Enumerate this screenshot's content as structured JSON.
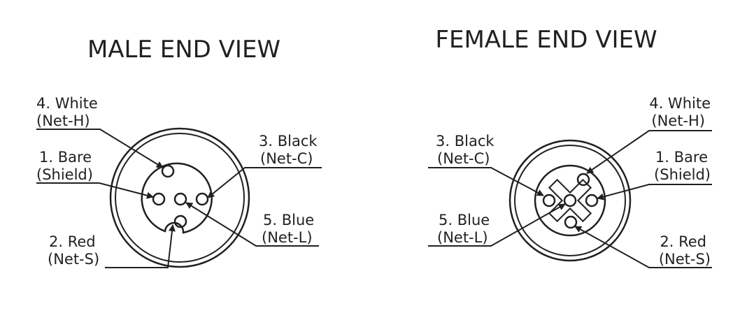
{
  "male": {
    "title": "MALE END VIEW",
    "pins": {
      "white": {
        "number": "4. White",
        "signal": "(Net-H)"
      },
      "bare": {
        "number": "1. Bare",
        "signal": "(Shield)"
      },
      "red": {
        "number": "2. Red",
        "signal": "(Net-S)"
      },
      "black": {
        "number": "3. Black",
        "signal": "(Net-C)"
      },
      "blue": {
        "number": "5. Blue",
        "signal": "(Net-L)"
      }
    }
  },
  "female": {
    "title": "FEMALE END VIEW",
    "pins": {
      "white": {
        "number": "4. White",
        "signal": "(Net-H)"
      },
      "bare": {
        "number": "1. Bare",
        "signal": "(Shield)"
      },
      "red": {
        "number": "2. Red",
        "signal": "(Net-S)"
      },
      "black": {
        "number": "3. Black",
        "signal": "(Net-C)"
      },
      "blue": {
        "number": "5. Blue",
        "signal": "(Net-L)"
      }
    }
  },
  "colors": {
    "ink": "#231f20",
    "background": "#ffffff"
  }
}
